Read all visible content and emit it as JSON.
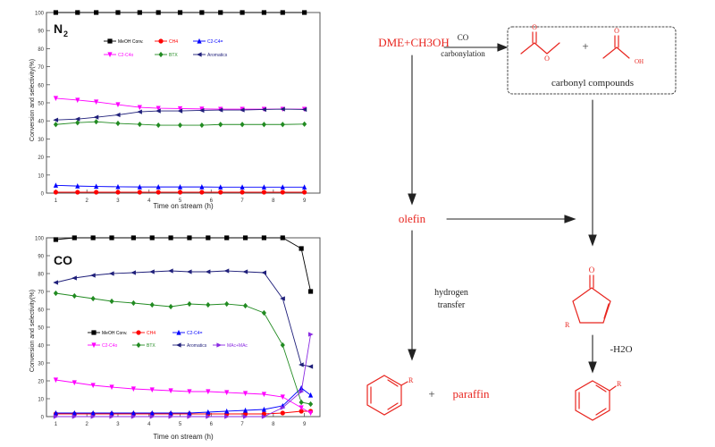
{
  "chart_data": [
    {
      "type": "line",
      "panel_label": "N",
      "panel_label_sub": "2",
      "xlabel": "Time on stream (h)",
      "ylabel": "Conversion and selectivity(%)",
      "xlim": [
        0.7,
        9.5
      ],
      "ylim": [
        0,
        100
      ],
      "xticks": [
        1,
        2,
        3,
        4,
        5,
        6,
        7,
        8,
        9
      ],
      "yticks": [
        0,
        10,
        20,
        30,
        40,
        50,
        60,
        70,
        80,
        90,
        100
      ],
      "legend": "top",
      "x": [
        1.0,
        1.7,
        2.3,
        3.0,
        3.7,
        4.3,
        5.0,
        5.7,
        6.3,
        7.0,
        7.7,
        8.3,
        9.0
      ],
      "series": [
        {
          "name": "MeOH Conv.",
          "color": "#000000",
          "marker": "square",
          "values": [
            100,
            100,
            100,
            100,
            100,
            100,
            100,
            100,
            100,
            100,
            100,
            100,
            100
          ]
        },
        {
          "name": "CH4",
          "color": "#ff0000",
          "marker": "circle",
          "values": [
            0.5,
            0.5,
            0.5,
            0.5,
            0.5,
            0.5,
            0.5,
            0.5,
            0.5,
            0.5,
            0.5,
            0.5,
            0.5
          ]
        },
        {
          "name": "C2-C4=",
          "color": "#0000ff",
          "marker": "triangle-up",
          "values": [
            4.3,
            3.9,
            3.7,
            3.5,
            3.4,
            3.4,
            3.4,
            3.4,
            3.3,
            3.3,
            3.3,
            3.3,
            3.3
          ]
        },
        {
          "name": "C2-C4o",
          "color": "#ff00ff",
          "marker": "triangle-down",
          "values": [
            52.5,
            51.5,
            50.5,
            49,
            47.5,
            47,
            46.8,
            46.6,
            46.5,
            46.5,
            46.5,
            46.5,
            46.5
          ]
        },
        {
          "name": "BTX",
          "color": "#228b22",
          "marker": "diamond",
          "values": [
            38,
            39,
            39.5,
            38.6,
            38.1,
            37.6,
            37.6,
            37.6,
            38,
            38,
            38,
            38,
            38.2
          ]
        },
        {
          "name": "Aromatics",
          "color": "#1f1f7a",
          "marker": "triangle-left",
          "values": [
            40.5,
            41,
            42,
            43.3,
            45,
            45.5,
            45.5,
            45.8,
            46,
            46,
            46.3,
            46.5,
            46.3
          ]
        }
      ]
    },
    {
      "type": "line",
      "panel_label": "CO",
      "xlabel": "Time on stream (h)",
      "ylabel": "Conversion and selectivity(%)",
      "xlim": [
        0.7,
        9.5
      ],
      "ylim": [
        0,
        100
      ],
      "xticks": [
        1,
        2,
        3,
        4,
        5,
        6,
        7,
        8,
        9
      ],
      "yticks": [
        0,
        10,
        20,
        30,
        40,
        50,
        60,
        70,
        80,
        90,
        100
      ],
      "legend": "top",
      "x": [
        1.0,
        1.6,
        2.2,
        2.8,
        3.5,
        4.1,
        4.7,
        5.3,
        5.9,
        6.5,
        7.1,
        7.7,
        8.3,
        8.9,
        9.2
      ],
      "series": [
        {
          "name": "MeOH Conv.",
          "color": "#000000",
          "marker": "square",
          "values": [
            99,
            100,
            100,
            100,
            100,
            100,
            100,
            100,
            100,
            100,
            100,
            100,
            100,
            94,
            70
          ]
        },
        {
          "name": "CH4",
          "color": "#ff0000",
          "marker": "circle",
          "values": [
            1.5,
            1.5,
            1.5,
            1.5,
            1.5,
            1.5,
            1.5,
            1.5,
            1.5,
            1.5,
            1.5,
            1.5,
            2,
            3,
            3
          ]
        },
        {
          "name": "C2-C4=",
          "color": "#0000ff",
          "marker": "triangle-up",
          "values": [
            2,
            2,
            2,
            2,
            2,
            2,
            2,
            2,
            2.5,
            3,
            3.5,
            4,
            6,
            16,
            12
          ]
        },
        {
          "name": "C2-C4o",
          "color": "#ff00ff",
          "marker": "triangle-down",
          "values": [
            20.5,
            19,
            17.5,
            16.5,
            15.5,
            15,
            14.5,
            14,
            14,
            13.5,
            13,
            12.5,
            11,
            5,
            2
          ]
        },
        {
          "name": "BTX",
          "color": "#228b22",
          "marker": "diamond",
          "values": [
            69,
            67.5,
            66,
            64.5,
            63.5,
            62.5,
            61.5,
            63,
            62.5,
            63,
            62,
            58,
            40,
            8,
            7
          ]
        },
        {
          "name": "Aromatics",
          "color": "#1f1f7a",
          "marker": "triangle-left",
          "values": [
            75,
            77.5,
            79,
            80,
            80.5,
            81,
            81.5,
            81,
            81,
            81.5,
            81,
            80.5,
            66,
            29,
            28
          ]
        },
        {
          "name": "MAc+MAc",
          "color": "#8a2be2",
          "marker": "triangle-right",
          "values": [
            0,
            0,
            0,
            0,
            0,
            0,
            0,
            0,
            0,
            0,
            0,
            0,
            5,
            14,
            46
          ]
        }
      ]
    }
  ],
  "scheme": {
    "reactant": "DME+CH3OH",
    "co_label": "CO",
    "carbonylation_label": "carbonylation",
    "carbonyl_label": "carbonyl compounds",
    "plus": "+",
    "olefin": "olefin",
    "hydrogen": "hydrogen",
    "transfer": "transfer",
    "paraffin": "paraffin",
    "water_loss": "-H2O",
    "oh": "OH",
    "o": "O",
    "r": "R",
    "red": "#e8251f"
  }
}
